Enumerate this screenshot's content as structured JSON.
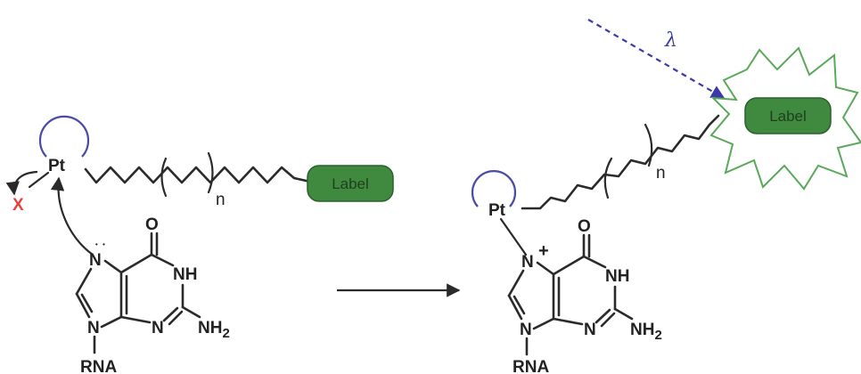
{
  "colors": {
    "bond": "#2a2a2a",
    "pt_ring": "#4a4aa8",
    "leaving_group": "#e84040",
    "label_fill": "#3f8a3f",
    "label_border": "#2c5f2c",
    "burst": "#5aa85a",
    "light_arrow": "#3a3aa8"
  },
  "left": {
    "metal": "Pt",
    "leaving_group": "X",
    "repeat_index": "n",
    "label": "Label",
    "guanine": {
      "n7": "N",
      "n9": "N",
      "n3": "N",
      "n1h": "NH",
      "amine": "NH",
      "amine_sub": "2",
      "oxygen": "O",
      "substituent": "RNA"
    }
  },
  "right": {
    "metal": "Pt",
    "charge": "+",
    "repeat_index": "n",
    "label": "Label",
    "light_symbol": "λ",
    "guanine": {
      "n7": "N",
      "n9": "N",
      "n3": "N",
      "n1h": "NH",
      "amine": "NH",
      "amine_sub": "2",
      "oxygen": "O",
      "substituent": "RNA"
    }
  }
}
